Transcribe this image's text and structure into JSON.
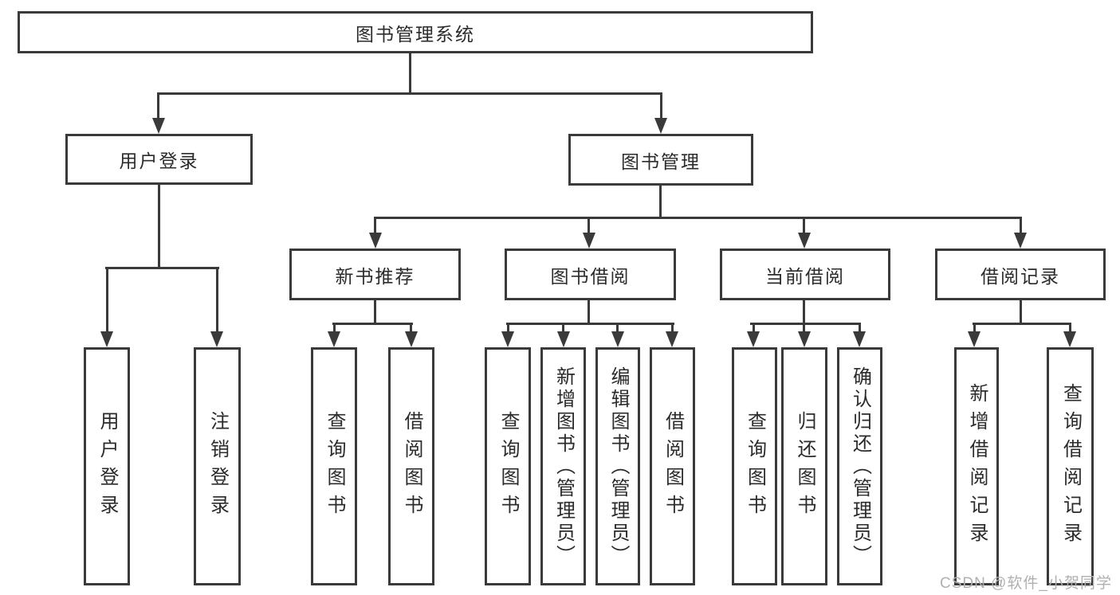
{
  "diagram": {
    "title": "图书管理系统",
    "root": {
      "label": "图书管理系统"
    },
    "branches": [
      {
        "label": "用户登录",
        "leaves": [
          "用户登录",
          "注销登录"
        ]
      },
      {
        "label": "图书管理",
        "groups": [
          {
            "label": "新书推荐",
            "leaves": [
              "查询图书",
              "借阅图书"
            ]
          },
          {
            "label": "图书借阅",
            "leaves": [
              "查询图书",
              "新增图书（管理员）",
              "编辑图书（管理员）",
              "借阅图书"
            ]
          },
          {
            "label": "当前借阅",
            "leaves": [
              "查询图书",
              "归还图书",
              "确认归还（管理员）"
            ]
          },
          {
            "label": "借阅记录",
            "leaves": [
              "新增借阅记录",
              "查询借阅记录"
            ]
          }
        ]
      }
    ]
  },
  "watermark": {
    "text": "CSDN @软件_小贺同学"
  },
  "colors": {
    "line": "#3a3a3a",
    "box_border": "#3a3a3a",
    "box_background": "#ffffff",
    "text": "#2b2b2b",
    "watermark": "#b0b0b0",
    "page_background": "#ffffff"
  }
}
